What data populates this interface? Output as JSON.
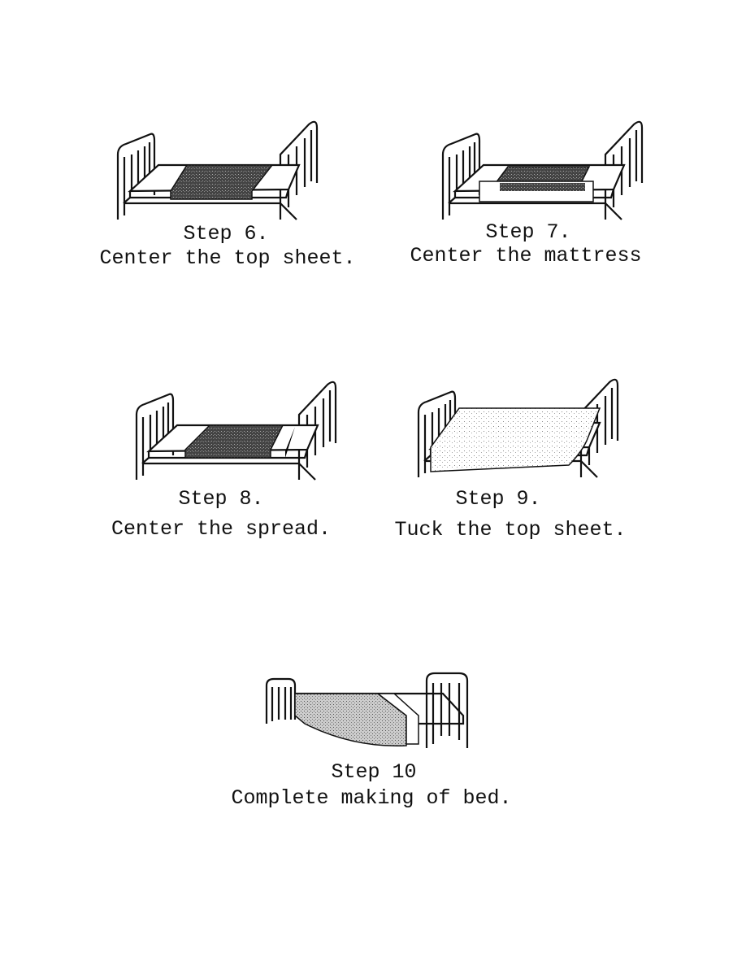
{
  "steps": [
    {
      "step": "Step 6.",
      "caption": "Center the top sheet."
    },
    {
      "step": "Step 7.",
      "caption": "Center the mattress"
    },
    {
      "step": "Step 8.",
      "caption": "Center the spread."
    },
    {
      "step": "Step 9.",
      "caption": "Tuck the top sheet."
    },
    {
      "step": "Step 10",
      "caption": "Complete making of bed."
    }
  ],
  "colors": {
    "ink": "#111111",
    "shade": "#555555",
    "light": "#d8d8d8"
  }
}
